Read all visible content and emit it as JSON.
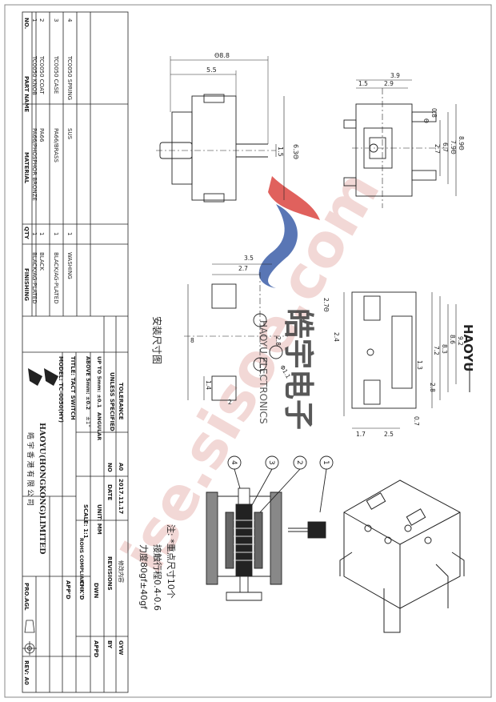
{
  "watermark": {
    "text": "ise.sisoe.com",
    "color": "#e8b9b6"
  },
  "brand_logo_text": "HAOYU",
  "logo": {
    "cn": "皓宇电子",
    "en": "HAOYU ELECTRONICS",
    "red": "#d83a35",
    "blue": "#3c5ea8"
  },
  "title_block": {
    "header": {
      "no": "NO.",
      "part_name": "PART NAME",
      "material": "MATERIAL",
      "qty": "QTY",
      "finishing": "FINISHING"
    },
    "parts": [
      {
        "no": "1",
        "name": "TC0050 KNOB",
        "material": "PA66/PHOSPHOR BRONZE",
        "qty": "1",
        "finishing": "BLACK/AG-PLATED"
      },
      {
        "no": "2",
        "name": "TC0050 COAT",
        "material": "PA66",
        "qty": "1",
        "finishing": "BLACK"
      },
      {
        "no": "3",
        "name": "TC0050 CASE",
        "material": "PA66/BRASS",
        "qty": "1",
        "finishing": "BLACK/AG-PLATED"
      },
      {
        "no": "4",
        "name": "TC0050 SPRING",
        "material": "SUS",
        "qty": "1",
        "finishing": "WASHING"
      }
    ],
    "tolerance": {
      "title": "TOLERANCE",
      "unless": "UNLESS SPECIFIED",
      "up_to": "UP TO 5mm: ±0.1",
      "above": "ABOVE 5mm: ±0.2",
      "angular_label": "ANGULAR",
      "angular_value": "±1°"
    },
    "title_label": "TITLE: TACT SWITCH",
    "model_label": "MODEL: TC-0050(HY)",
    "company_en": "HAOYU(HONGKONG)LIMITED",
    "company_cn": "皓 宇 香 港 有 限 公 司",
    "revision": {
      "rev": "A0",
      "date": "2017.11.17",
      "no_label": "NO",
      "date_label": "DATE",
      "revisions_label": "REVISIONS",
      "revisions_cn": "修改内容",
      "by_label": "BY",
      "appd_label": "APPD",
      "gyw": "GYW"
    },
    "unit": "UNIT: MM",
    "scale": "SCALE: 1:1",
    "rohs": "ROHS COMPLIANT",
    "dwn": "DWN",
    "chkd": "CHK'D",
    "appd": "APP'D",
    "pro_agl": "PRO.AGL",
    "rev_label": "REV: A0"
  },
  "drawing": {
    "mount_title_cn": "安装尺寸图",
    "notes": [
      "注: *重点尺寸10个",
      "接触行程0.4-0.6",
      "力度80gf±40gf"
    ],
    "balloons": [
      "1",
      "2",
      "3",
      "4"
    ],
    "side_dims": {
      "total": "Θ8.8",
      "a": "5.5",
      "b": "1.5",
      "c": "6.3Θ"
    },
    "top_dims": {
      "a": "3.9",
      "b": "1.5",
      "c": "2.9",
      "d": "0.8",
      "e": "8.9Θ",
      "f": "7.9Θ",
      "g": "6.7",
      "h": "2.7",
      "i": "Θ"
    },
    "mount_dims": {
      "a": "3.5",
      "b": "2.7",
      "c": "8",
      "d": "2.8",
      "e": "Φ1.1",
      "f": "1.4",
      "g": "2"
    },
    "front_dims": {
      "a": "2.7Θ",
      "b": "2.4",
      "c": "9.2",
      "d": "8.6",
      "e": "8.3",
      "f": "7.2",
      "g": "2.8",
      "h": "1.3",
      "i": "0.7",
      "j": "1.7",
      "k": "2.5"
    }
  }
}
